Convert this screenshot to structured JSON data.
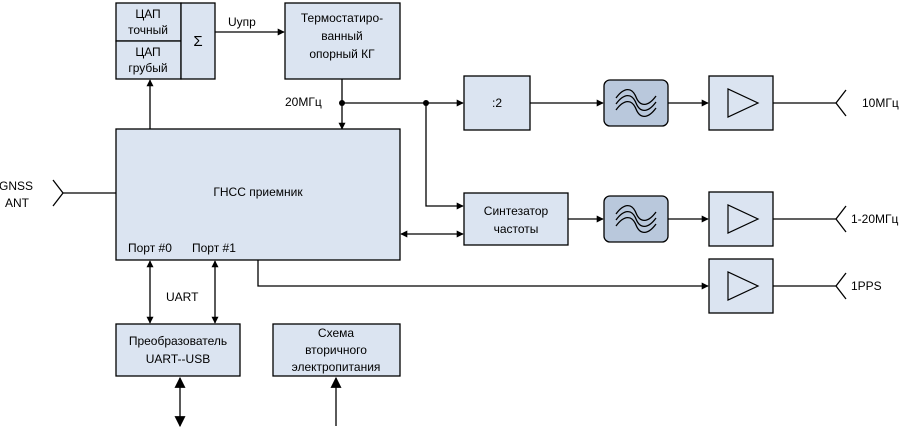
{
  "blocks": {
    "dac_fine": [
      "ЦАП",
      "точный"
    ],
    "dac_coarse": [
      "ЦАП",
      "грубый"
    ],
    "sum": "Σ",
    "tcxo": [
      "Термостатиро-",
      "ванный",
      "опорный КГ"
    ],
    "gnss_receiver": "ГНСС приемник",
    "divider": ":2",
    "synthesizer": [
      "Синтезатор",
      "частоты"
    ],
    "converter": [
      "Преобразователь",
      "UART--USB"
    ],
    "power": [
      "Схема",
      "вторичного",
      "электропитания"
    ]
  },
  "labels": {
    "u_control": "Uупр",
    "mhz20": "20МГц",
    "port0": "Порт #0",
    "port1": "Порт #1",
    "uart": "UART",
    "gnss_ant": [
      "GNSS",
      "ANT"
    ],
    "out_10mhz": "10МГц",
    "out_1_20mhz": "1-20МГц",
    "out_1pps": "1PPS"
  }
}
